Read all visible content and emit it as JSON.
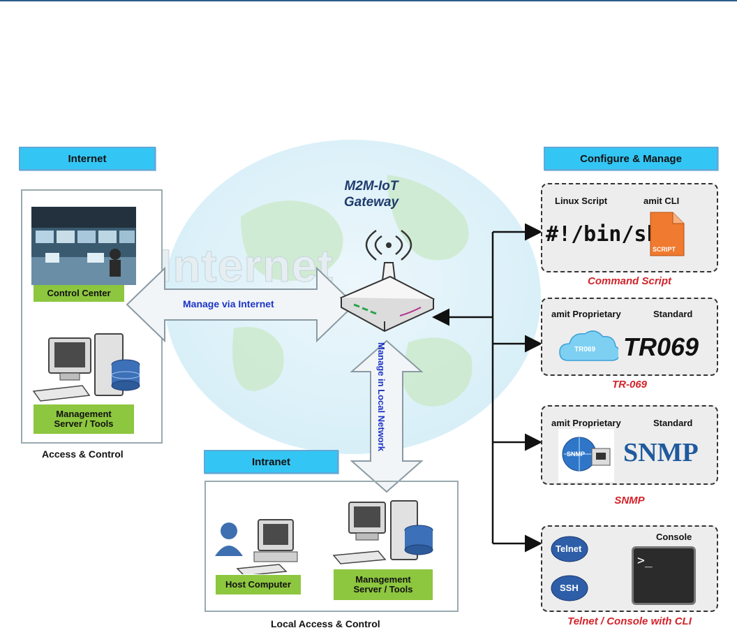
{
  "sections": {
    "internet_header": "Internet",
    "configure_header": "Configure & Manage",
    "intranet_header": "Intranet"
  },
  "watermark": "Internet",
  "gateway": {
    "title_line1": "M2M-IoT",
    "title_line2": "Gateway"
  },
  "internet_panel": {
    "control_center": "Control Center",
    "mgmt_line1": "Management",
    "mgmt_line2": "Server / Tools",
    "caption": "Access & Control"
  },
  "intranet_panel": {
    "host_computer": "Host Computer",
    "mgmt_line1": "Management",
    "mgmt_line2": "Server / Tools",
    "caption": "Local Access & Control"
  },
  "arrows": {
    "internet": "Manage via Internet",
    "local": "Manage in Local Network"
  },
  "cards": {
    "command_script": {
      "left_label": "Linux Script",
      "right_label": "amit CLI",
      "shell_text": "#!/bin/sh",
      "script_badge": "SCRIPT",
      "caption": "Command Script"
    },
    "tr069": {
      "left_label": "amit Proprietary",
      "right_label": "Standard",
      "cloud_text": "TR069",
      "logo_text": "TR069",
      "caption": "TR-069"
    },
    "snmp": {
      "left_label": "amit Proprietary",
      "right_label": "Standard",
      "globe_text": "SNMP",
      "logo_text": "SNMP",
      "caption": "SNMP"
    },
    "telnet": {
      "telnet_badge": "Telnet",
      "ssh_badge": "SSH",
      "console_label": "Console",
      "prompt": ">_",
      "caption": "Telnet / Console with CLI"
    }
  },
  "colors": {
    "header_blue": "#33c6f4",
    "label_green": "#8dc63f",
    "caption_red": "#d2232a",
    "arrow_text_blue": "#1c34c8"
  }
}
